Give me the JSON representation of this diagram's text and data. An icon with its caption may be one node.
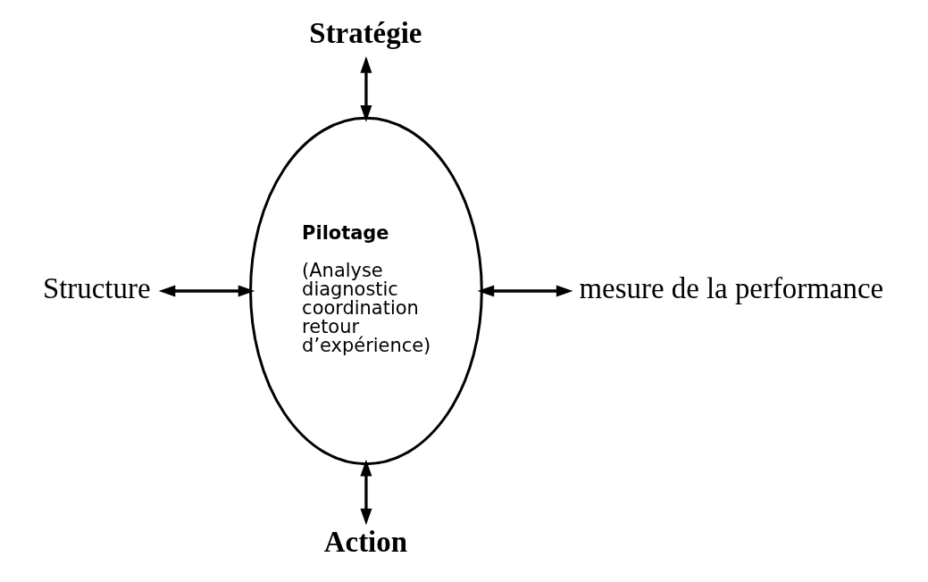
{
  "diagram": {
    "nodes": [
      {
        "text": [
          "Stratégie"
        ]
      },
      {
        "text": [
          "Pilotage",
          "(Analyse diagnostic coordination retour d’expérience)"
        ]
      },
      {
        "text": [
          "Structure"
        ]
      },
      {
        "text": [
          "mesure de la performance"
        ]
      },
      {
        "text": [
          "Action"
        ]
      }
    ],
    "edges": [
      {
        "from": 0,
        "to": 1,
        "arrow": "both"
      },
      {
        "from": 2,
        "to": 1,
        "arrow": "both"
      },
      {
        "from": 1,
        "to": 3,
        "arrow": "both"
      },
      {
        "from": 1,
        "to": 4,
        "arrow": "both"
      }
    ]
  }
}
